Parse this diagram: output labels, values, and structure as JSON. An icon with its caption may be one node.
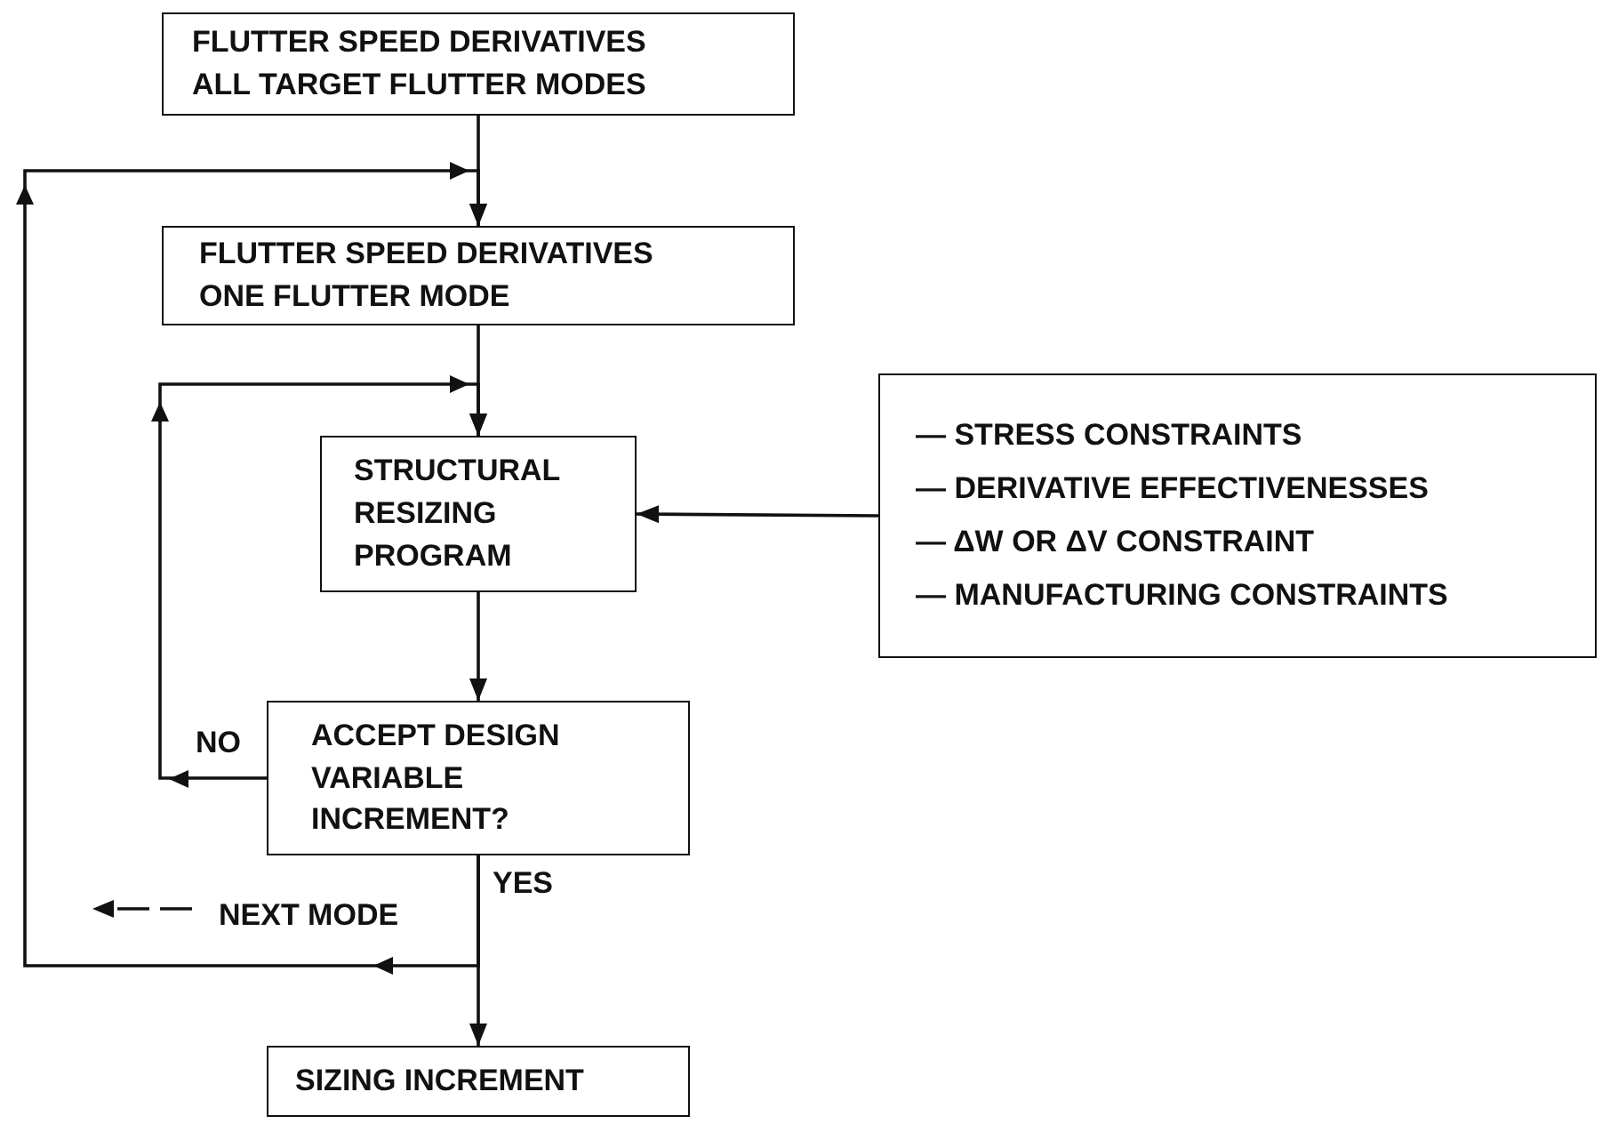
{
  "diagram": {
    "nodes": [
      {
        "text": [
          "FLUTTER SPEED DERIVATIVES ALL TARGET FLUTTER MODES"
        ]
      },
      {
        "text": [
          "FLUTTER SPEED DERIVATIVES ONE FLUTTER MODE"
        ]
      },
      {
        "text": [
          "STRUCTURAL RESIZING PROGRAM"
        ]
      },
      {
        "text": [
          "— STRESS CONSTRAINTS",
          "— DERIVATIVE EFFECTIVENESSES",
          "— ΔW OR ΔV CONSTRAINT",
          "— MANUFACTURING CONSTRAINTS"
        ]
      },
      {
        "text": [
          "ACCEPT DESIGN VARIABLE INCREMENT?"
        ]
      },
      {
        "text": [
          "SIZING INCREMENT"
        ]
      }
    ],
    "edges": [
      {
        "from": 0,
        "to": 1,
        "arrow": "to"
      },
      {
        "from": 1,
        "to": 2,
        "arrow": "to"
      },
      {
        "from": 3,
        "to": 2,
        "arrow": "to"
      },
      {
        "from": 2,
        "to": 4,
        "arrow": "to"
      },
      {
        "from": 4,
        "to": 2,
        "arrow": "to",
        "label": "NO"
      },
      {
        "from": 4,
        "to": 5,
        "arrow": "to",
        "label": "YES"
      },
      {
        "from": 4,
        "to": 1,
        "arrow": "to",
        "label": "NEXT MODE"
      }
    ]
  }
}
